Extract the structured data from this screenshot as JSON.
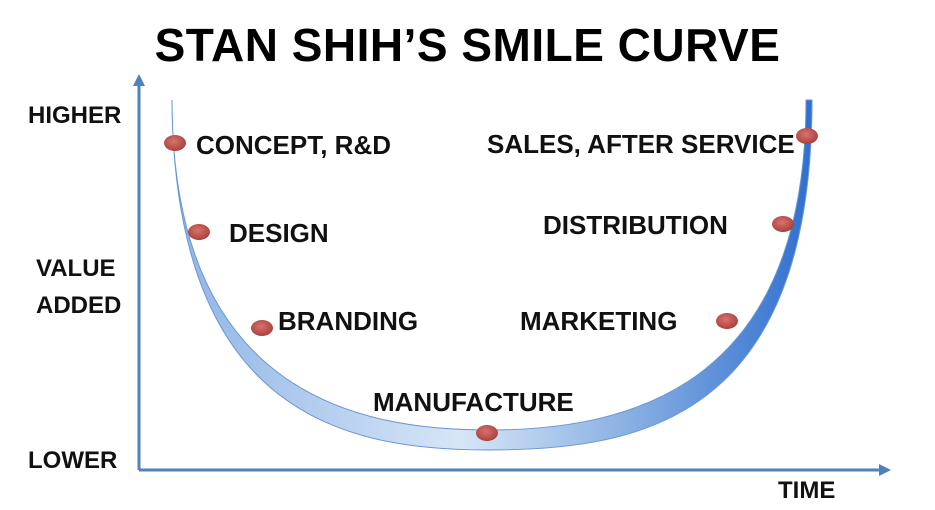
{
  "title": "STAN SHIH’S SMILE CURVE",
  "axis": {
    "y_top": "HIGHER",
    "y_middle_line1": "VALUE",
    "y_middle_line2": "ADDED",
    "y_bottom": "LOWER",
    "x_label": "TIME"
  },
  "stages": {
    "concept": "CONCEPT, R&D",
    "design": "DESIGN",
    "branding": "BRANDING",
    "manufacture": "MANUFACTURE",
    "marketing": "MARKETING",
    "distribution": "DISTRIBUTION",
    "sales": "SALES, AFTER SERVICE"
  },
  "colors": {
    "curve_light": "#d7e6f7",
    "curve_mid": "#8fb4e5",
    "curve_dark": "#2f6fd0",
    "axis": "#4f81bd",
    "marker": "#c0504d"
  }
}
